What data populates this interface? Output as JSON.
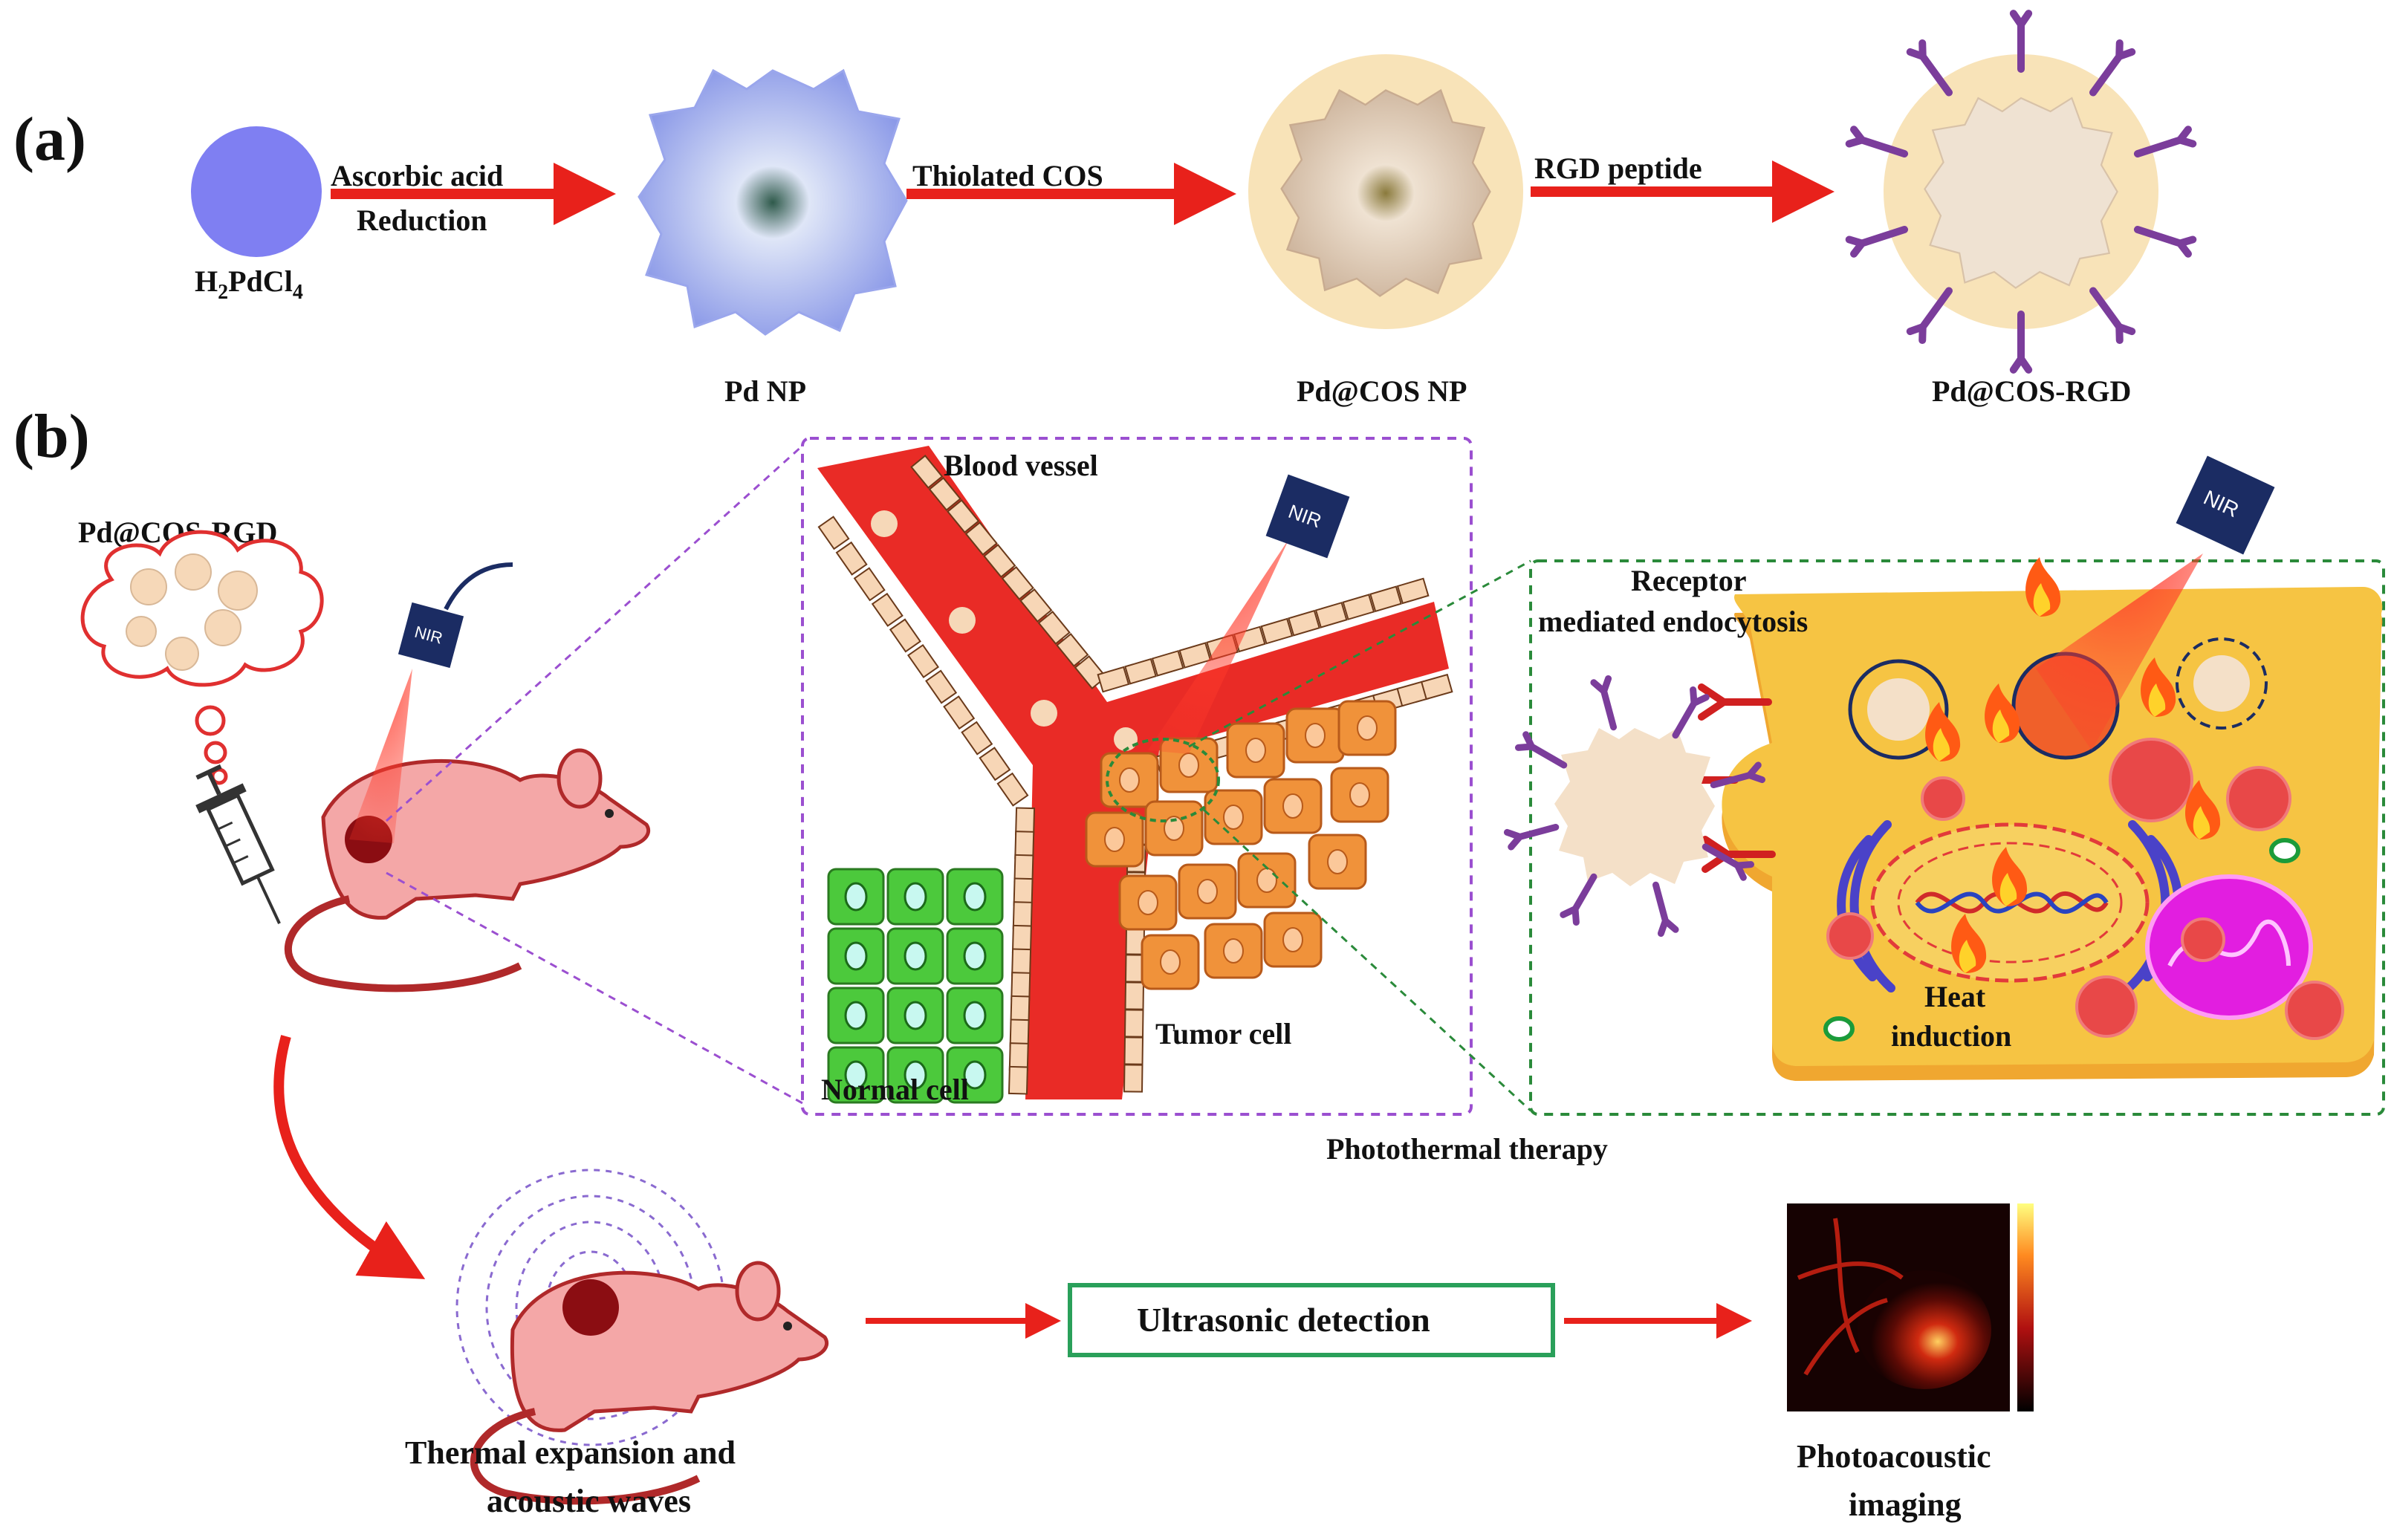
{
  "panel_a": {
    "label": "(a)",
    "precursor": {
      "label_main": "H",
      "sub1": "2",
      "mid": "PdCl",
      "sub2": "4"
    },
    "arrow1": {
      "line1": "Ascorbic acid",
      "line2": "Reduction"
    },
    "arrow2": {
      "label": "Thiolated COS"
    },
    "arrow3": {
      "label": "RGD peptide"
    },
    "np1_label": "Pd NP",
    "np2_label": "Pd@COS NP",
    "np3_label": "Pd@COS-RGD"
  },
  "panel_b": {
    "label": "(b)",
    "cloud_label": "Pd@COS-RGD",
    "nir_label": "NIR",
    "blood_vessel": "Blood vessel",
    "normal_cell": "Normal cell",
    "tumor_cell": "Tumor cell",
    "receptor_line1": "Receptor",
    "receptor_line2": "mediated endocytosis",
    "heat_line1": "Heat",
    "heat_line2": "induction",
    "photothermal": "Photothermal therapy",
    "ultrasonic": "Ultrasonic detection",
    "thermal_line1": "Thermal expansion and",
    "thermal_line2": "acoustic waves",
    "pa_line1": "Photoacoustic",
    "pa_line2": "imaging"
  },
  "colors": {
    "arrow": "#e8211b",
    "precursor": "#7f7ff2",
    "pd_np": "#b7c1f2",
    "coating": "#f8e3b8",
    "rgd": "#7b3d9b",
    "vessel": "#e8201a",
    "tumor": "#f0923a",
    "normal": "#4cc93c",
    "cell_body": "#f6c443",
    "nir_box": "#1b2c63",
    "detection_border": "#2aa05a"
  }
}
